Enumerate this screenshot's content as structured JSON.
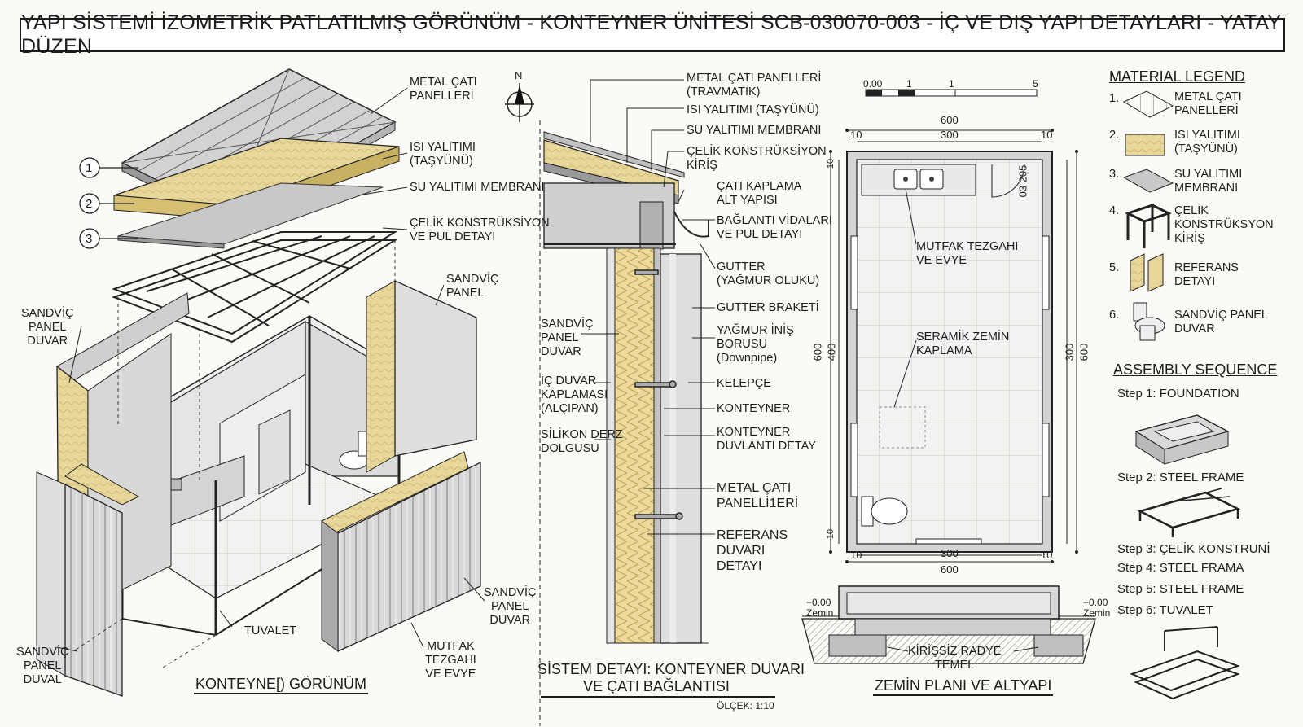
{
  "title": "YAPI SİSTEMİ İZOMETRİK PATLATILMIŞ GÖRÜNÜM - KONTEYNER ÜNİTESİ SCB-030070-003 - İÇ VE DIŞ YAPI DETAYLARI - YATAY DÜZEN",
  "iso": {
    "callouts": [
      "1",
      "2",
      "3"
    ],
    "labels": {
      "roof": "METAL ÇATI\nPANELLERİ",
      "insul": "ISI YALITIMI\n(TAŞYÜNÜ)",
      "membrane": "SU YALITIMI MEMBRANI",
      "steel": "ÇELİK KONSTRÜKSİYON\nVE PUL DETAYI",
      "sandwich_panel": "SANDVİÇ\nPANEL",
      "sandwich_wall_left": "SANDVİÇ\nPANEL\nDUVAR",
      "sandwich_wall_right": "SANDVİÇ\nPANEL\nDUVAR",
      "sandwich_duval": "SANDVİÇ\nPANEL\nDUVAL",
      "toilet": "TUVALET",
      "kitchen": "MUTFAK\nTEZGAHI\nVE EVYE"
    },
    "caption": "KONTEYNE[) GÖRÜNÜM"
  },
  "north": "N",
  "section": {
    "right_labels": {
      "metal_roof": "METAL ÇATI PANELLERİ\n(TRAVMATİK)",
      "insul": "ISI YALITIMI (TAŞYÜNÜ)",
      "membrane": "SU YALITIMI MEMBRANI",
      "steel": "ÇELİK KONSTRÜKSİYON\nKİRİŞ",
      "substructure": "ÇATI KAPLAMA\nALT YAPISI",
      "screws": "BAĞLANTI VİDALARI\nVE PUL DETAYI",
      "gutter": "GUTTER\n(YAĞMUR OLUKU)",
      "gutter_bracket": "GUTTER BRAKETİ",
      "downpipe": "YAĞMUR İNİŞ\nBORUSU\n(Downpipe)",
      "clamp": "KELEPÇE",
      "container": "KONTEYNER",
      "container_flange": "KONTEYNER\nDUVLANTI DETAY",
      "metal_roof2": "METAL ÇATI\nPANELLİ1ERİ",
      "reference": "REFERANS\nDUVARI\nDETAYI"
    },
    "left_labels": {
      "sandwich": "SANDVİÇ\nPANEL\nDUVAR",
      "gypsum": "İÇ DUVAR\nKAPLAMASI\n(ALÇIPAN)",
      "silicone": "SİLİKON DERZ\nDOLGUSU"
    },
    "caption": "SİSTEM DETAYI: KONTEYNER DUVARI\nVE ÇATI BAĞLANTISI",
    "scale": "ÖLÇEK: 1:10"
  },
  "plan": {
    "scale_bar": [
      "0.00",
      "1",
      "1",
      "5"
    ],
    "dims": {
      "top_total": "600",
      "top_mid": "300",
      "top_l": "10",
      "top_r": "10",
      "bot_total": "600",
      "bot_mid": "300",
      "bot_l": "10",
      "bot_r": "10",
      "left_total": "600",
      "left_mid": "400",
      "left_t": "10",
      "left_b": "10",
      "right_mid": "300",
      "right_total": "600",
      "door": "03 205"
    },
    "labels": {
      "kitchen": "MUTFAK TEZGAHI\nVE EVYE",
      "floor": "SERAMİK ZEMİN\nKAPLAMA"
    },
    "foundation": {
      "level_left": "+0.00",
      "zemin_left": "Zemin",
      "level_right": "+0.00",
      "zemin_right": "Zemin",
      "label": "KİRİŞSİZ RADYE\nTEMEL"
    },
    "caption": "ZEMİN PLANI VE ALTYAPI"
  },
  "legend": {
    "title": "MATERIAL LEGEND",
    "items": [
      {
        "num": "1.",
        "text": "METAL ÇATI\nPANELLERİ"
      },
      {
        "num": "2.",
        "text": "ISI YALITIMI\n(TAŞYÜNÜ)"
      },
      {
        "num": "3.",
        "text": "SU YALITIMI\nMEMBRANI"
      },
      {
        "num": "4.",
        "text": "ÇELİK\nKONSTRÜKSYON\nKİRİŞ"
      },
      {
        "num": "5.",
        "text": "REFERANS\nDETAYI"
      },
      {
        "num": "6.",
        "text": "SANDVİÇ PANEL\nDUVAR"
      }
    ]
  },
  "assembly": {
    "title": "ASSEMBLY SEQUENCE",
    "steps": [
      "Step 1: FOUNDATION",
      "Step 2: STEEL FRAME",
      "Step 3: ÇELİK KONSTRUNİ",
      "Step 4: STEEL FRAMA",
      "Step 5: STEEL FRAME",
      "Step 6: TUVALET"
    ]
  },
  "colors": {
    "ink": "#1c1c1c",
    "paper": "#fbfaf6",
    "insulation": "#e8d79a",
    "metal": "#cfcfcf",
    "wall": "#e6e6e6"
  }
}
